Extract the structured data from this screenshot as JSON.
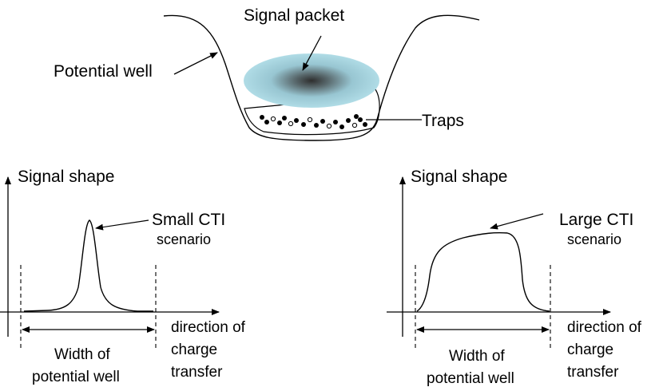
{
  "top": {
    "signal_packet": "Signal packet",
    "potential_well": "Potential well",
    "traps": "Traps"
  },
  "left_panel": {
    "axis_title": "Signal shape",
    "scenario_line1": "Small CTI",
    "scenario_line2": "scenario",
    "width_line1": "Width of",
    "width_line2": "potential well",
    "direction_line1": "direction of",
    "direction_line2": "charge",
    "direction_line3": "transfer"
  },
  "right_panel": {
    "axis_title": "Signal shape",
    "scenario_line1": "Large CTI",
    "scenario_line2": "scenario",
    "width_line1": "Width of",
    "width_line2": "potential well",
    "direction_line1": "direction of",
    "direction_line2": "charge",
    "direction_line3": "transfer"
  },
  "colors": {
    "packet_outer": "#a9d4df",
    "packet_core": "#3a3a3a",
    "line": "#000000"
  }
}
